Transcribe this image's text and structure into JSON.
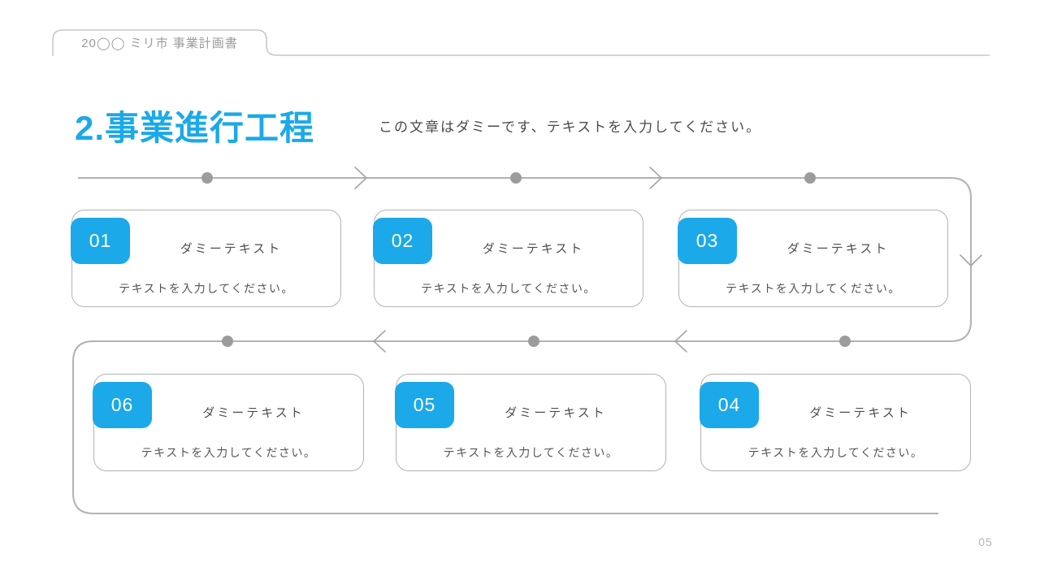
{
  "header": {
    "doc_label": "20◯◯ ミリ市 事業計画書"
  },
  "title": {
    "text": "2.事業進行工程",
    "subtitle": "この文章はダミーです、テキストを入力してください。"
  },
  "steps": [
    {
      "number": "01",
      "title": "ダミーテキスト",
      "body": "テキストを入力してください。"
    },
    {
      "number": "02",
      "title": "ダミーテキスト",
      "body": "テキストを入力してください。"
    },
    {
      "number": "03",
      "title": "ダミーテキスト",
      "body": "テキストを入力してください。"
    },
    {
      "number": "04",
      "title": "ダミーテキスト",
      "body": "テキストを入力してください。"
    },
    {
      "number": "05",
      "title": "ダミーテキスト",
      "body": "テキストを入力してください。"
    },
    {
      "number": "06",
      "title": "ダミーテキスト",
      "body": "テキストを入力してください。"
    }
  ],
  "flow": {
    "top_row_direction": "left-to-right",
    "bottom_row_direction": "right-to-left"
  },
  "page_number": "05",
  "colors": {
    "accent": "#1BA9E9",
    "line": "#B2B2B2",
    "dot": "#9C9C9C",
    "chevron": "#A5A5A5",
    "box_border": "#B3B3B3",
    "header_line": "#C6C6C6",
    "text_muted": "#9B9B9B",
    "text_body": "#555555",
    "text_page": "#B5B5B5"
  }
}
